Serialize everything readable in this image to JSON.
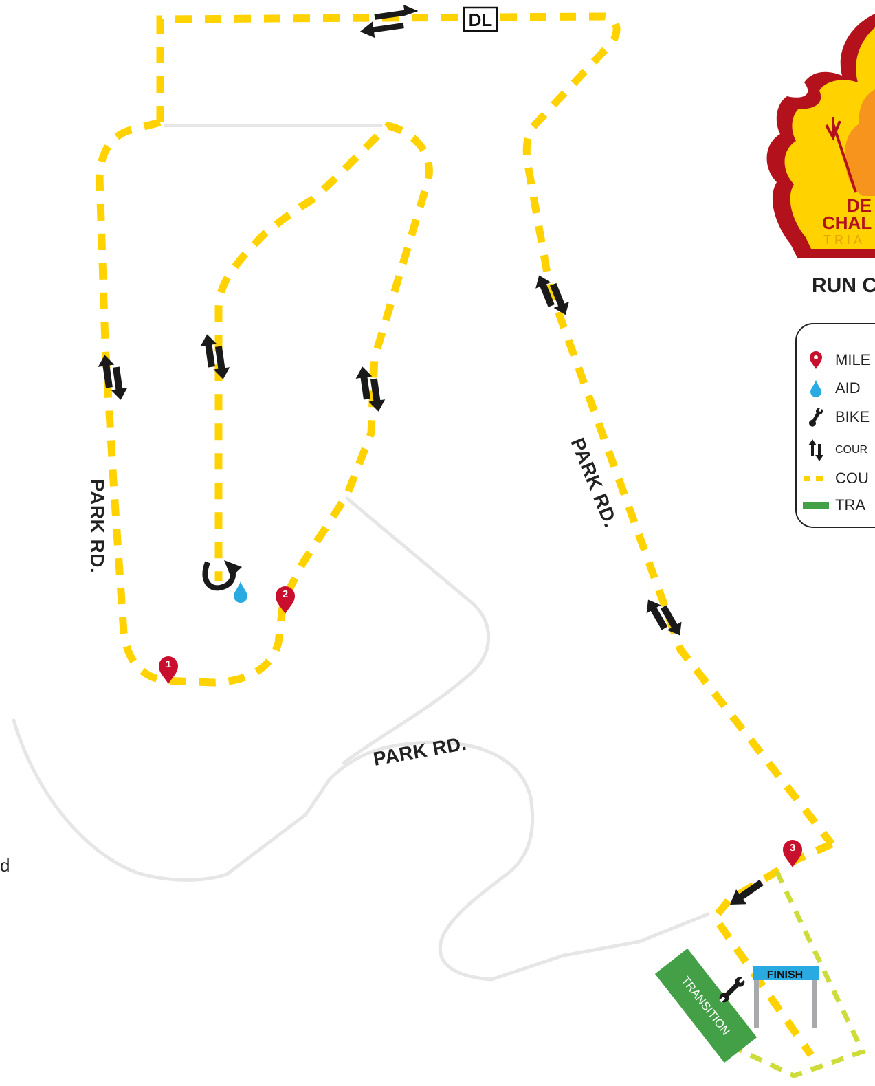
{
  "map": {
    "title": "RUN C",
    "road_labels": [
      "PARK RD.",
      "PARK RD.",
      "PARK RD."
    ],
    "dl_marker": "DL",
    "finish_label": "FINISH",
    "transition_label": "TRANSITION",
    "mile_markers": [
      "1",
      "2",
      "3"
    ],
    "logo": {
      "line1": "DE",
      "line2": "CHAL",
      "line3": "TRIA"
    },
    "edge_text": "d",
    "colors": {
      "course": "#ffd200",
      "course_secondary": "#cddc39",
      "road": "#e6e6e6",
      "mile_marker": "#c8102e",
      "aid_station": "#29abe2",
      "transition": "#43a047",
      "finish_banner": "#29abe2"
    }
  },
  "legend": {
    "items": [
      {
        "icon": "mile-marker-icon",
        "label": "MILE"
      },
      {
        "icon": "water-drop-icon",
        "label": "AID"
      },
      {
        "icon": "wrench-icon",
        "label": "BIKE"
      },
      {
        "icon": "two-way-arrow-icon",
        "label": "COUR"
      },
      {
        "icon": "dashed-line-icon",
        "label": "COU"
      },
      {
        "icon": "green-bar-icon",
        "label": "TRA"
      }
    ]
  }
}
